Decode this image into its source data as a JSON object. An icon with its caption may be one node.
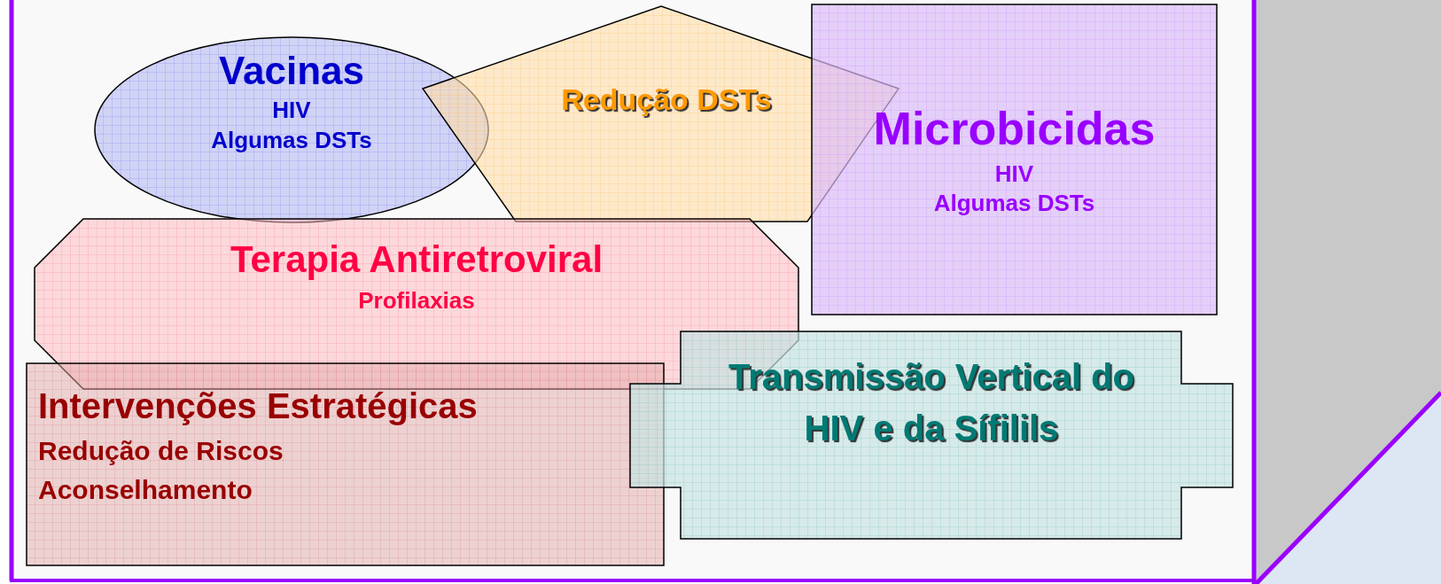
{
  "diagram": {
    "nodes": [
      {
        "text": [
          "Vacinas",
          "HIV",
          "Algumas DSTs"
        ]
      },
      {
        "text": [
          "Redução DSTs"
        ]
      },
      {
        "text": [
          "Microbicidas",
          "HIV",
          "Algumas DSTs"
        ]
      },
      {
        "text": [
          "Terapia Antiretroviral",
          "Profilaxias"
        ]
      },
      {
        "text": [
          "Intervenções Estratégicas",
          "Redução de Riscos",
          "Aconselhamento"
        ]
      },
      {
        "text": [
          "Transmissão Vertical do HIV e da Sífilils"
        ]
      }
    ]
  }
}
